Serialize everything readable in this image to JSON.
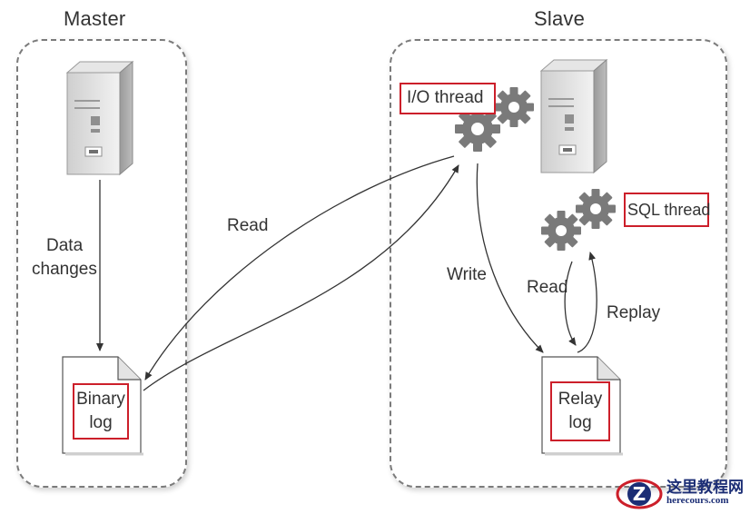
{
  "master": {
    "title": "Master",
    "data_changes_label_line1": "Data",
    "data_changes_label_line2": "changes",
    "binary_log_line1": "Binary",
    "binary_log_line2": "log"
  },
  "slave": {
    "title": "Slave",
    "io_thread_label": "I/O thread",
    "sql_thread_label": "SQL thread",
    "write_label": "Write",
    "read_label": "Read",
    "replay_label": "Replay",
    "relay_log_line1": "Relay",
    "relay_log_line2": "log"
  },
  "arrows": {
    "read_label": "Read"
  },
  "watermark": {
    "name": "这里教程网",
    "url": "herecours.com"
  },
  "colors": {
    "highlight_border": "#cc1f2a",
    "panel_border": "#7b7b7b",
    "gear": "#7a7a7a",
    "watermark": "#1c2e75"
  }
}
